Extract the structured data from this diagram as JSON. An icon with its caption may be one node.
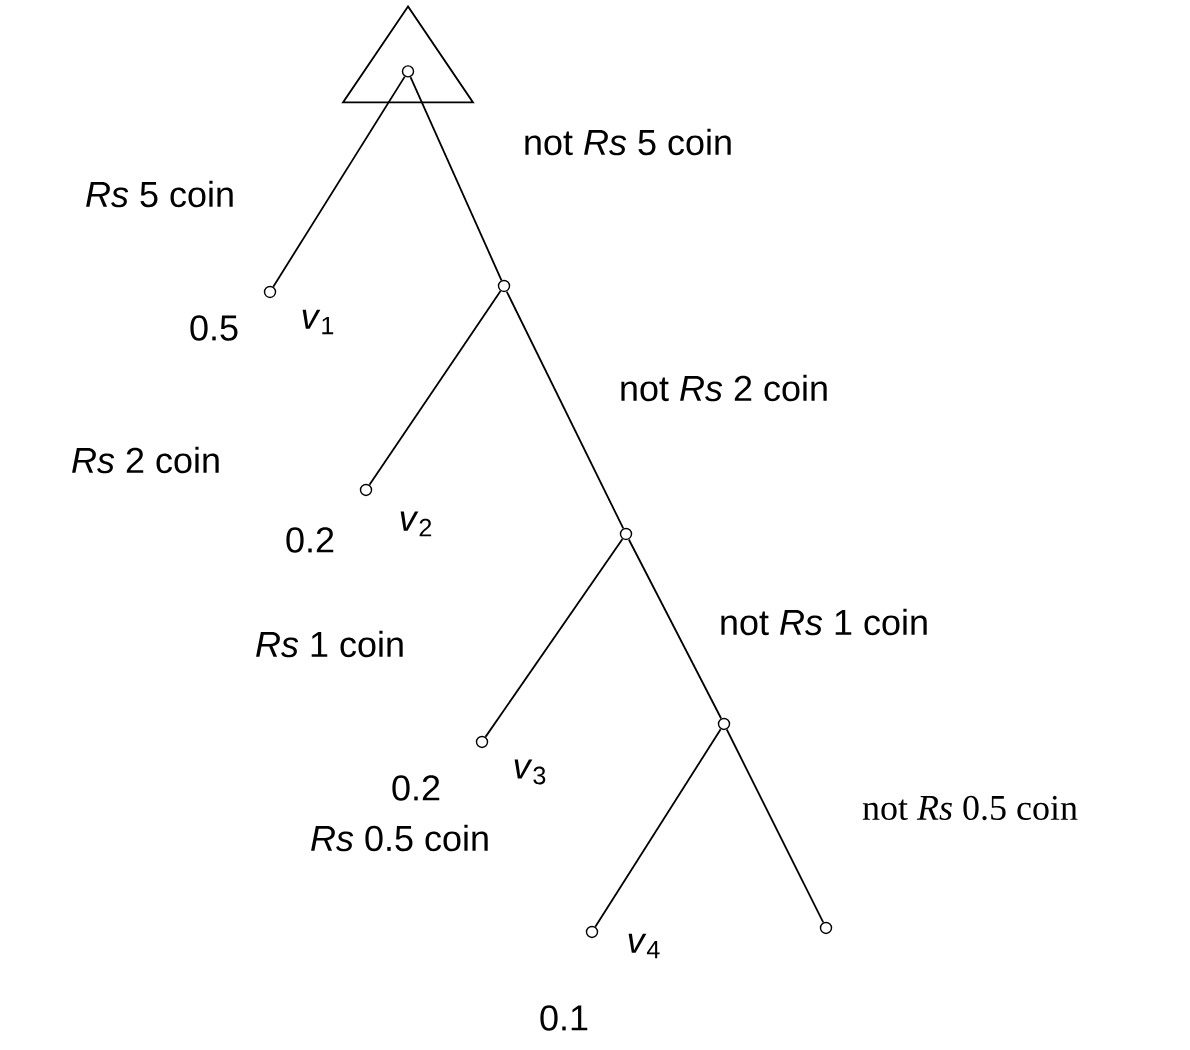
{
  "diagram": {
    "nodes": [
      {
        "text": [],
        "shape": "triangle"
      },
      {
        "text": [],
        "shape": "circle",
        "in": 0
      },
      {
        "text": [],
        "shape": "circle",
        "beside": [
          "0.5",
          "*v*$_{1}$"
        ]
      },
      {
        "text": [],
        "shape": "circle"
      },
      {
        "text": [],
        "shape": "circle",
        "beside": [
          "0.2",
          "*v*$_{2}$"
        ]
      },
      {
        "text": [],
        "shape": "circle"
      },
      {
        "text": [],
        "shape": "circle",
        "beside": [
          "0.2",
          "*v*$_{3}$"
        ]
      },
      {
        "text": [],
        "shape": "circle"
      },
      {
        "text": [],
        "shape": "circle",
        "beside": [
          "0.1",
          "*v*$_{4}$"
        ]
      },
      {
        "text": [],
        "shape": "circle"
      }
    ],
    "edges": [
      {
        "from": 1,
        "to": 2,
        "arrow": "none",
        "label": "*Rs* 5 coin"
      },
      {
        "from": 1,
        "to": 3,
        "arrow": "none",
        "label": "not *Rs* 5 coin"
      },
      {
        "from": 3,
        "to": 4,
        "arrow": "none",
        "label": "*Rs* 2 coin"
      },
      {
        "from": 3,
        "to": 5,
        "arrow": "none",
        "label": "not *Rs* 2 coin"
      },
      {
        "from": 5,
        "to": 6,
        "arrow": "none",
        "label": "*Rs* 1 coin"
      },
      {
        "from": 5,
        "to": 7,
        "arrow": "none",
        "label": "not *Rs* 1 coin"
      },
      {
        "from": 7,
        "to": 8,
        "arrow": "none",
        "label": "*Rs* 0.5 coin"
      },
      {
        "from": 7,
        "to": 9,
        "arrow": "none",
        "label": "not *Rs* 0.5 coin"
      }
    ]
  }
}
